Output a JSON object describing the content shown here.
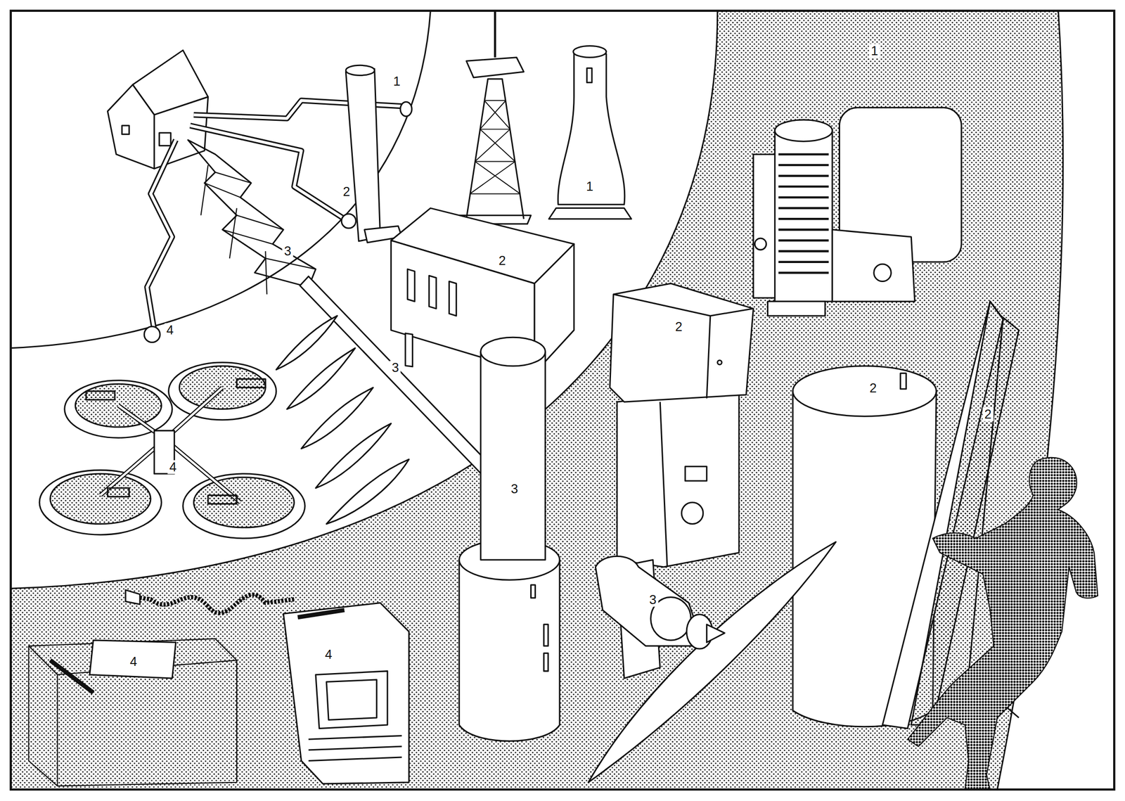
{
  "diagram": {
    "labels": [
      "1",
      "2",
      "3",
      "4",
      "1",
      "1",
      "2",
      "3",
      "2",
      "2",
      "2",
      "4",
      "3",
      "3",
      "4",
      "4"
    ]
  }
}
